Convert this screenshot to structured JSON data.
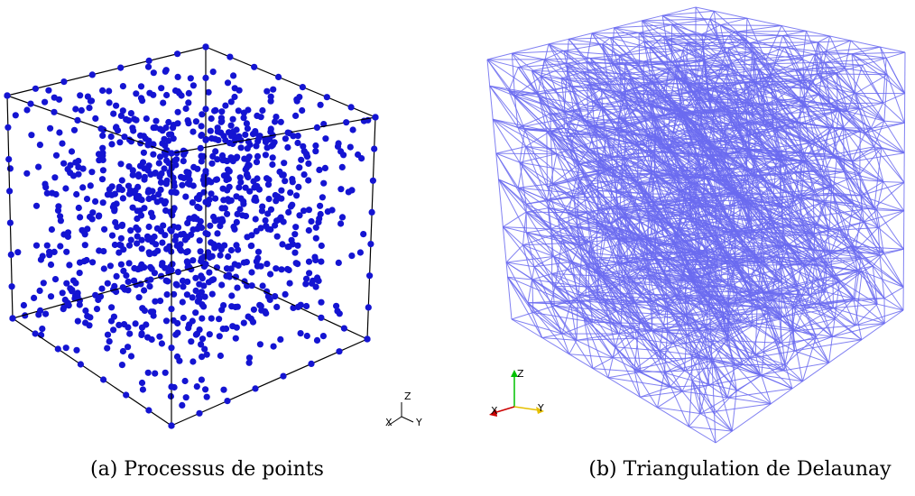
{
  "panels": [
    {
      "caption": "(a) Processus de points",
      "point_color": "#1414d2",
      "edge_color": "#000000",
      "axes": {
        "x": "X",
        "y": "Y",
        "z": "Z"
      }
    },
    {
      "caption": "(b) Triangulation de Delaunay",
      "mesh_color": "#6b6bf0",
      "axes": {
        "x": "X",
        "y": "Y",
        "z": "Z"
      },
      "axis_colors": {
        "x": "#cc0000",
        "y": "#e6c000",
        "z": "#00c000"
      }
    }
  ]
}
